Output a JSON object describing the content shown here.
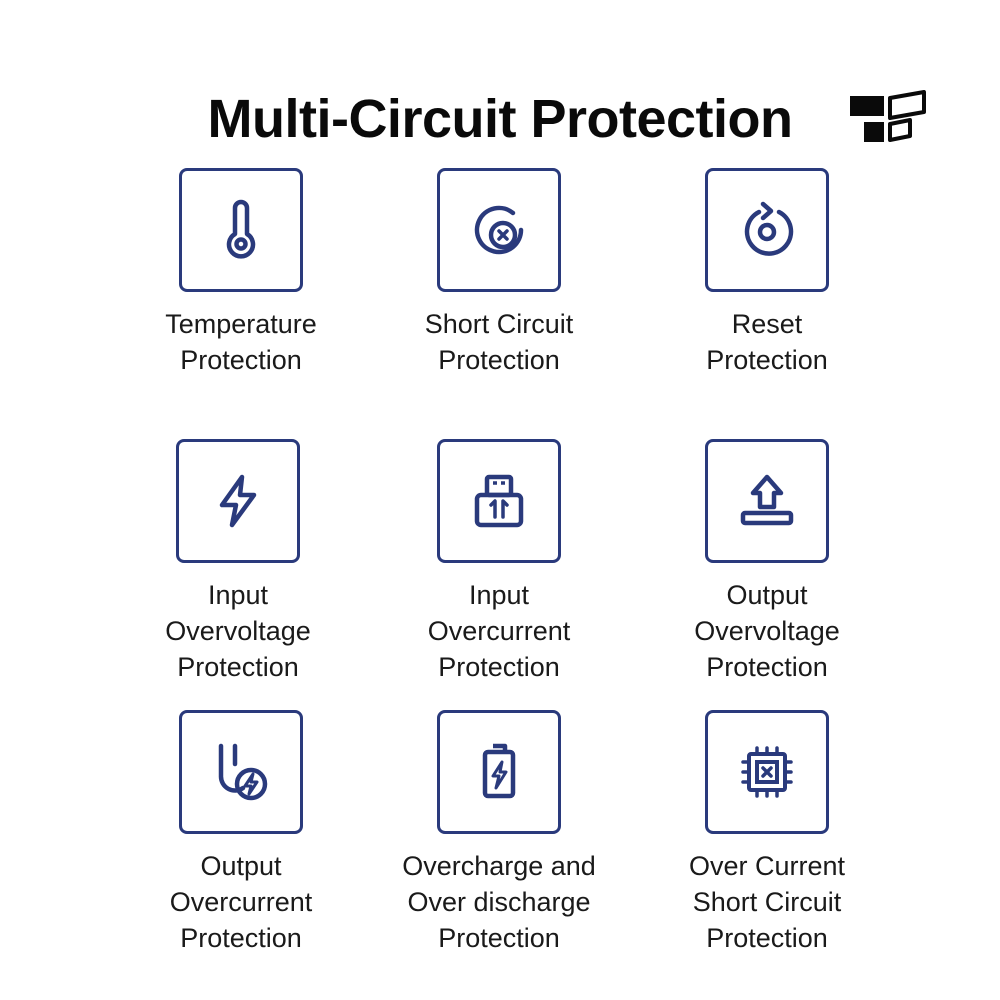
{
  "title": "Multi-Circuit Protection",
  "colors": {
    "icon": "#2a3a7c",
    "tile_border": "#2a3a7c",
    "text": "#1a1a1a"
  },
  "features": [
    {
      "icon": "thermometer-icon",
      "lines": [
        "Temperature",
        "Protection"
      ]
    },
    {
      "icon": "short-circuit-icon",
      "lines": [
        "Short Circuit",
        "Protection"
      ]
    },
    {
      "icon": "reset-icon",
      "lines": [
        "Reset",
        "Protection"
      ]
    },
    {
      "icon": "lightning-icon",
      "lines": [
        "Input",
        "Overvoltage",
        "Protection"
      ]
    },
    {
      "icon": "usb-plug-icon",
      "lines": [
        "Input",
        "Overcurrent",
        "Protection"
      ]
    },
    {
      "icon": "eject-up-icon",
      "lines": [
        "Output",
        "Overvoltage",
        "Protection"
      ]
    },
    {
      "icon": "cable-charge-icon",
      "lines": [
        "Output",
        "Overcurrent",
        "Protection"
      ]
    },
    {
      "icon": "battery-charge-icon",
      "lines": [
        "Overcharge and",
        "Over discharge",
        "Protection"
      ]
    },
    {
      "icon": "chip-icon",
      "lines": [
        "Over Current",
        "Short Circuit",
        "Protection"
      ]
    }
  ]
}
